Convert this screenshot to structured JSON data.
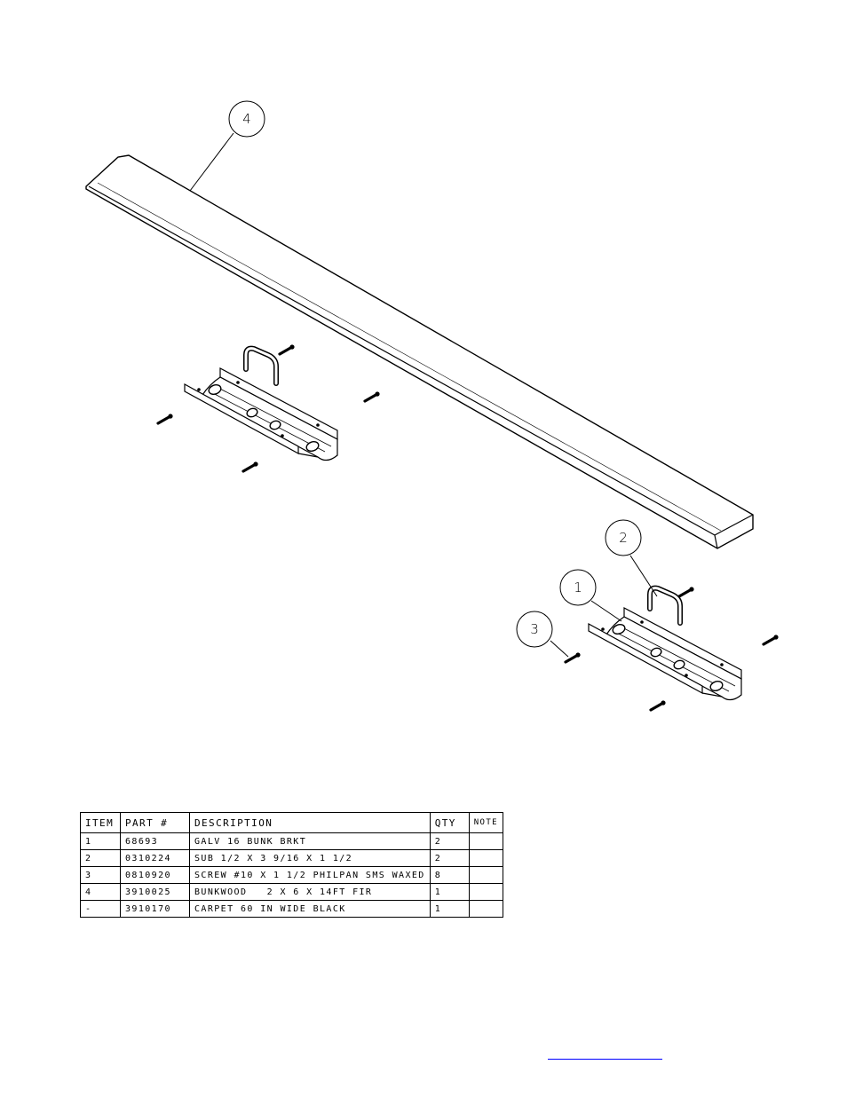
{
  "callouts": {
    "c1": "1",
    "c2": "2",
    "c3": "3",
    "c4": "4"
  },
  "bom": {
    "headers": {
      "item": "ITEM",
      "part": "PART #",
      "description": "DESCRIPTION",
      "qty": "QTY",
      "note": "NOTE"
    },
    "rows": [
      {
        "item": "1",
        "part": "68693",
        "description": "GALV 16 BUNK BRKT",
        "qty": "2",
        "note": ""
      },
      {
        "item": "2",
        "part": "0310224",
        "description": "SUB 1/2 X 3 9/16 X 1 1/2",
        "qty": "2",
        "note": ""
      },
      {
        "item": "3",
        "part": "0810920",
        "description": "SCREW #10 X 1 1/2 PHILPAN SMS WAXED",
        "qty": "8",
        "note": ""
      },
      {
        "item": "4",
        "part": "3910025",
        "description": "BUNKWOOD   2 X 6 X 14FT FIR",
        "qty": "1",
        "note": ""
      },
      {
        "item": "-",
        "part": "3910170",
        "description": "CARPET 60 IN WIDE BLACK",
        "qty": "1",
        "note": ""
      }
    ]
  }
}
